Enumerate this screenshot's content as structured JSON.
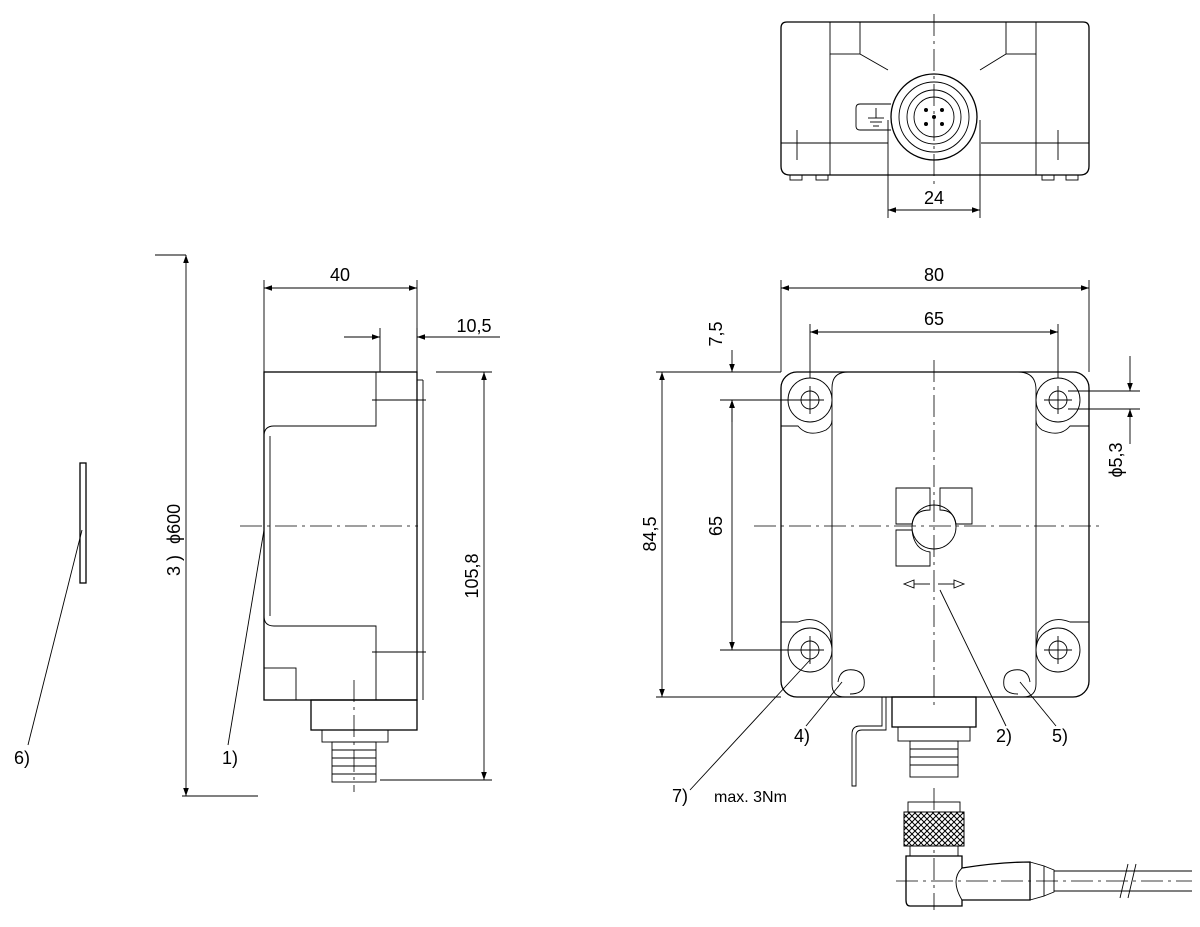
{
  "dimensions": {
    "connector_width": "24",
    "side_width": "40",
    "side_offset": "10,5",
    "side_height": "105,8",
    "front_width": "80",
    "hole_spacing_x": "65",
    "hole_spacing_y": "65",
    "hole_edge_offset": "7,5",
    "front_height": "84,5",
    "hole_diameter": "ϕ5,3",
    "target_diameter_prefix": "3 )",
    "target_diameter": "ϕ600"
  },
  "callouts": {
    "c1": "1)",
    "c2": "2)",
    "c4": "4)",
    "c5": "5)",
    "c6": "6)",
    "c7": "7)",
    "c7_note": "max. 3Nm"
  },
  "icons": {
    "ground": "ground-symbol-icon"
  }
}
